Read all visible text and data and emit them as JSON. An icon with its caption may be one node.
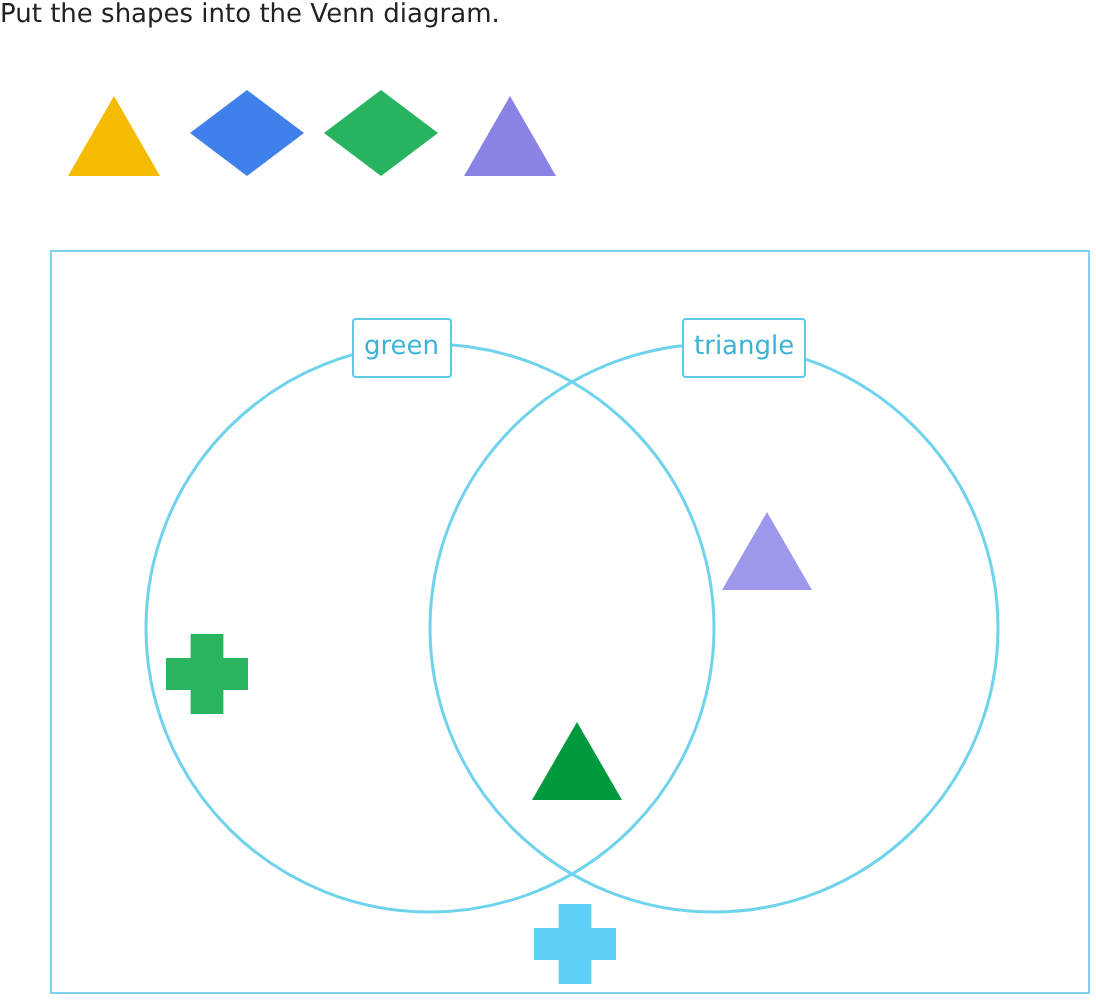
{
  "diagram": {
    "title": "Put the shapes into the Venn diagram.",
    "nodes": [
      {
        "text": [],
        "shape": "box"
      },
      {
        "text": [
          "green"
        ],
        "in": 0
      },
      {
        "text": [
          "triangle"
        ],
        "in": 0
      },
      {
        "text": [],
        "shape": "triangle"
      },
      {
        "text": [],
        "shape": "diamond"
      },
      {
        "text": [],
        "shape": "diamond"
      },
      {
        "text": [],
        "shape": "triangle"
      },
      {
        "text": [],
        "shape": "cross",
        "in": 1
      },
      {
        "text": [],
        "shape": "triangle"
      },
      {
        "text": [],
        "shape": "triangle",
        "in": 2
      },
      {
        "text": [],
        "shape": "cross",
        "in": 0
      }
    ],
    "edges": []
  }
}
